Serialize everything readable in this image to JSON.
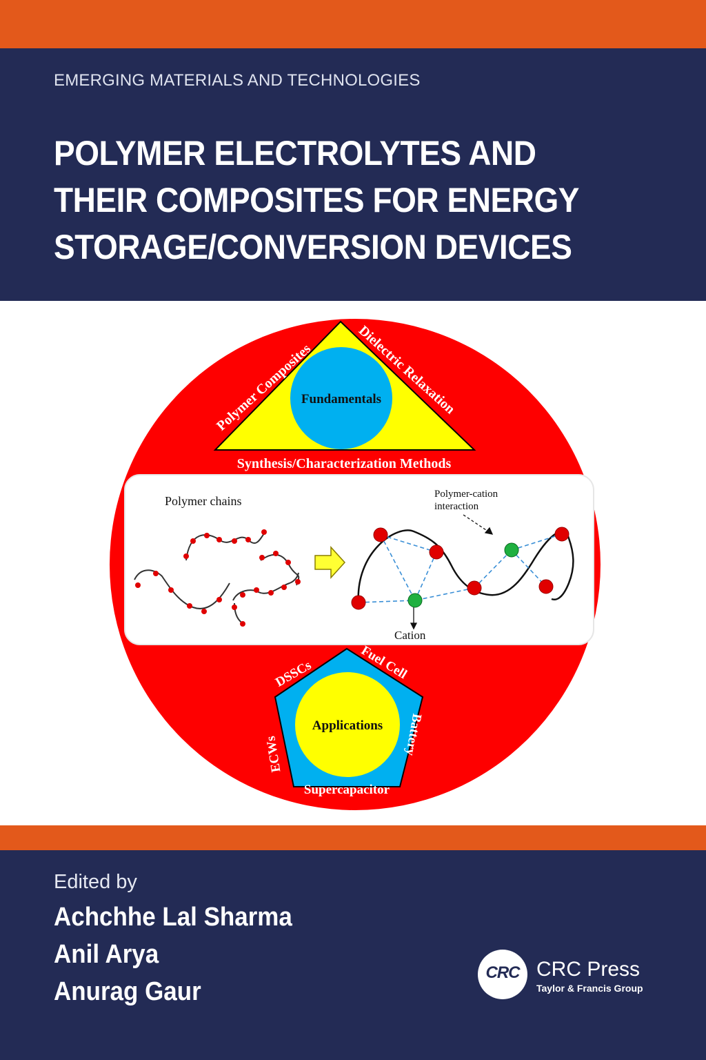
{
  "series": "EMERGING MATERIALS AND TECHNOLOGIES",
  "title_lines": [
    "POLYMER ELECTROLYTES AND",
    "THEIR COMPOSITES FOR ENERGY",
    "STORAGE/CONVERSION DEVICES"
  ],
  "diagram": {
    "triangle_left": "Polymer Composites",
    "triangle_right": "Dielectric Relaxation",
    "triangle_base": "Synthesis/Characterization Methods",
    "triangle_center": "Fundamentals",
    "panel_left_label": "Polymer chains",
    "panel_right_label_line1": "Polymer-cation",
    "panel_right_label_line2": "interaction",
    "panel_cation_label": "Cation",
    "pentagon_top_left": "DSSCs",
    "pentagon_top_right": "Fuel Cell",
    "pentagon_right": "Battery",
    "pentagon_bottom": "Supercapacitor",
    "pentagon_left": "ECWs",
    "pentagon_center": "Applications"
  },
  "edited_by": "Edited by",
  "editors": [
    "Achchhe Lal Sharma",
    "Anil Arya",
    "Anurag Gaur"
  ],
  "publisher": {
    "logo_text": "CRC",
    "name": "CRC Press",
    "group": "Taylor & Francis Group"
  },
  "colors": {
    "navy": "#232b55",
    "orange": "#e3591b",
    "red_circle": "#fe0000",
    "yellow": "#ffff00",
    "blue": "#00b0f0"
  }
}
